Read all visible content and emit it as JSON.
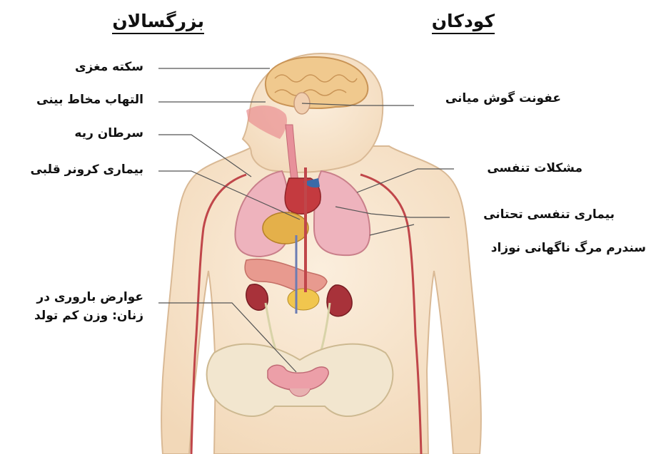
{
  "headers": {
    "adults": "بزرگسالان",
    "children": "کودکان"
  },
  "adult_labels": {
    "stroke": "سکته مغزی",
    "nasal_inflammation": "التهاب مخاط بینی",
    "lung_cancer": "سرطان ریه",
    "coronary_heart_disease": "بیماری کرونر قلبی",
    "fertility_line1": "عوارض باروری در",
    "fertility_line2": "زنان: وزن کم تولد"
  },
  "child_labels": {
    "middle_ear_infection": "عفونت گوش میانی",
    "respiratory_problems": "مشکلات تنفسی",
    "lower_respiratory_disease": "بیماری تنفسی تحتانی",
    "sids": "سندرم مرگ ناگهانی نوزاد"
  },
  "colors": {
    "skin": "#f6e2c8",
    "skin_outline": "#d9b995",
    "brain": "#f0c98e",
    "lung": "#eeb3bd",
    "heart": "#c43a3f",
    "vessel": "#c0464a",
    "kidney": "#a8323a",
    "stomach": "#e89a8f",
    "bone": "#f2e6cf"
  }
}
